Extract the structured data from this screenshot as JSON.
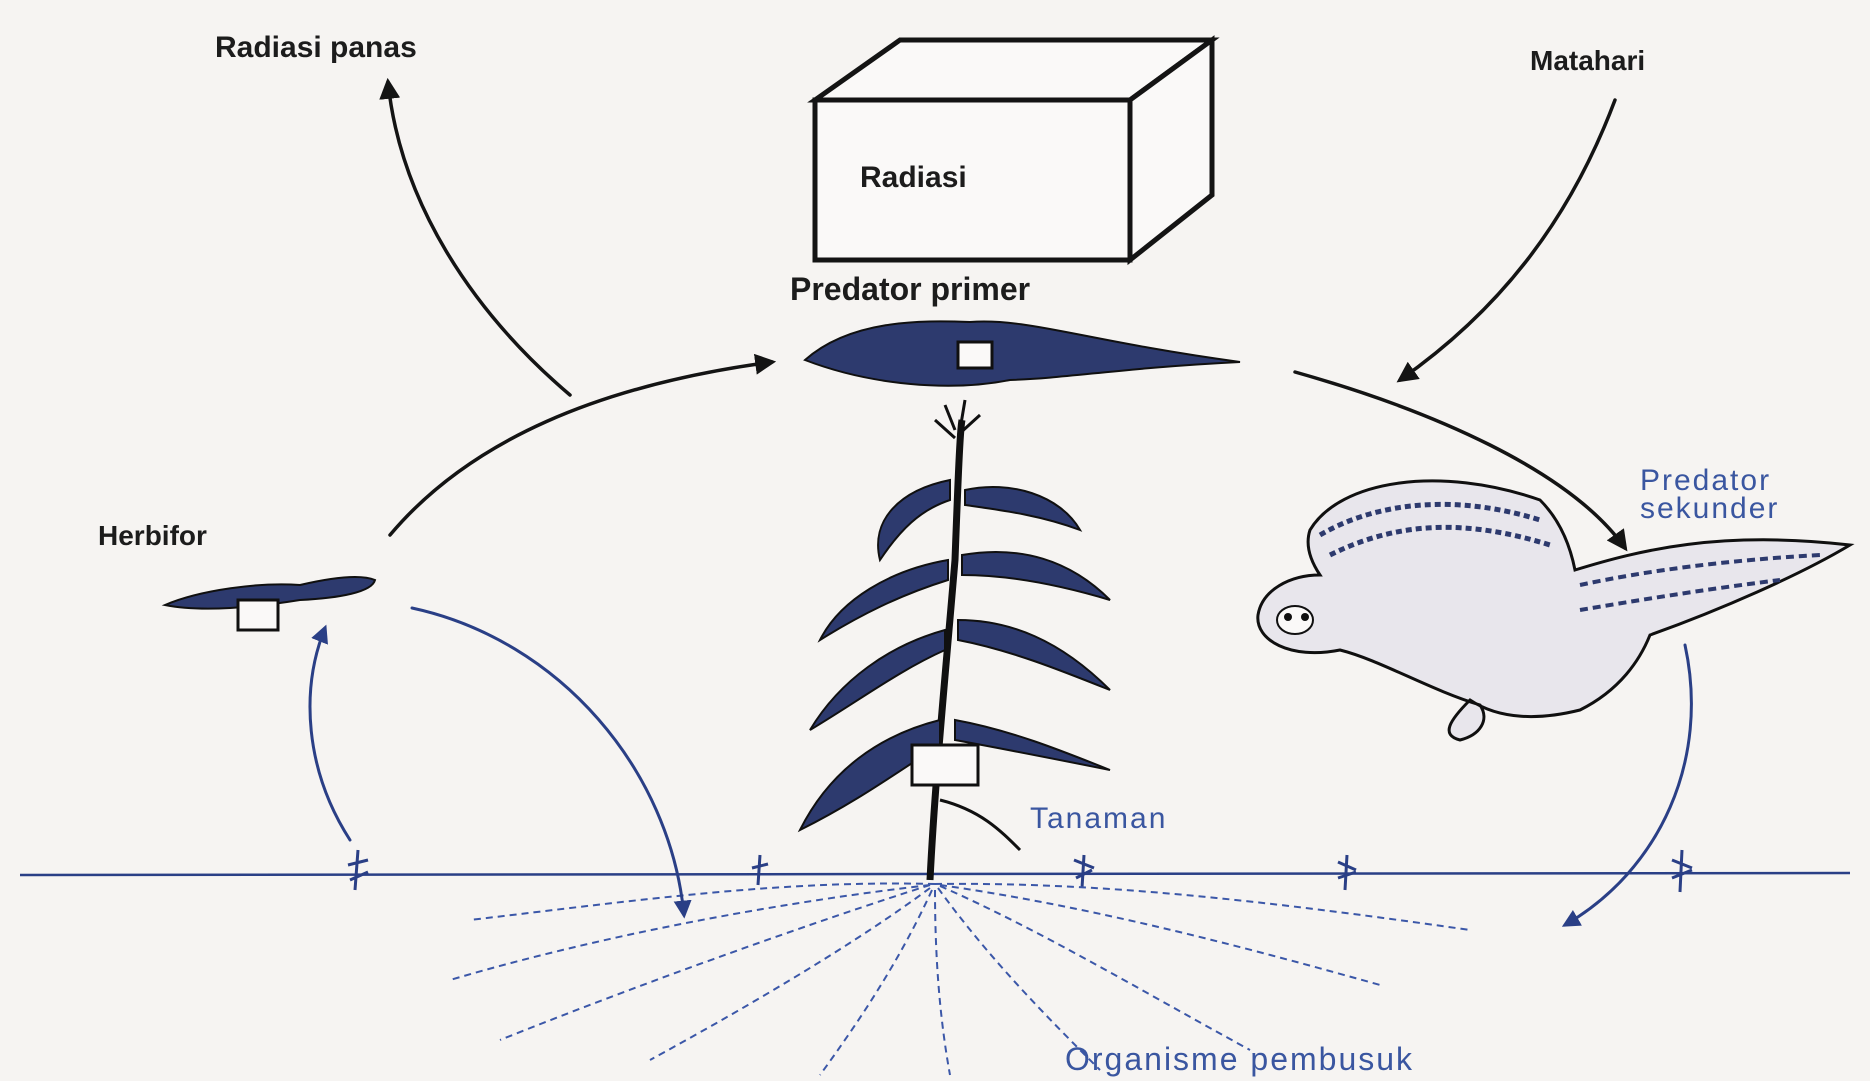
{
  "labels": {
    "radiasi_panas": "Radiasi panas",
    "matahari": "Matahari",
    "radiasi": "Radiasi",
    "predator_primer": "Predator primer",
    "herbifor": "Herbifor",
    "predator_sekunder_1": "Predator",
    "predator_sekunder_2": "sekunder",
    "tanaman": "Tanaman",
    "organisme_pembusuk": "Organisme pembusuk"
  },
  "colors": {
    "background": "#f6f4f2",
    "ink": "#141414",
    "blue_ink": "#3a56a0"
  }
}
